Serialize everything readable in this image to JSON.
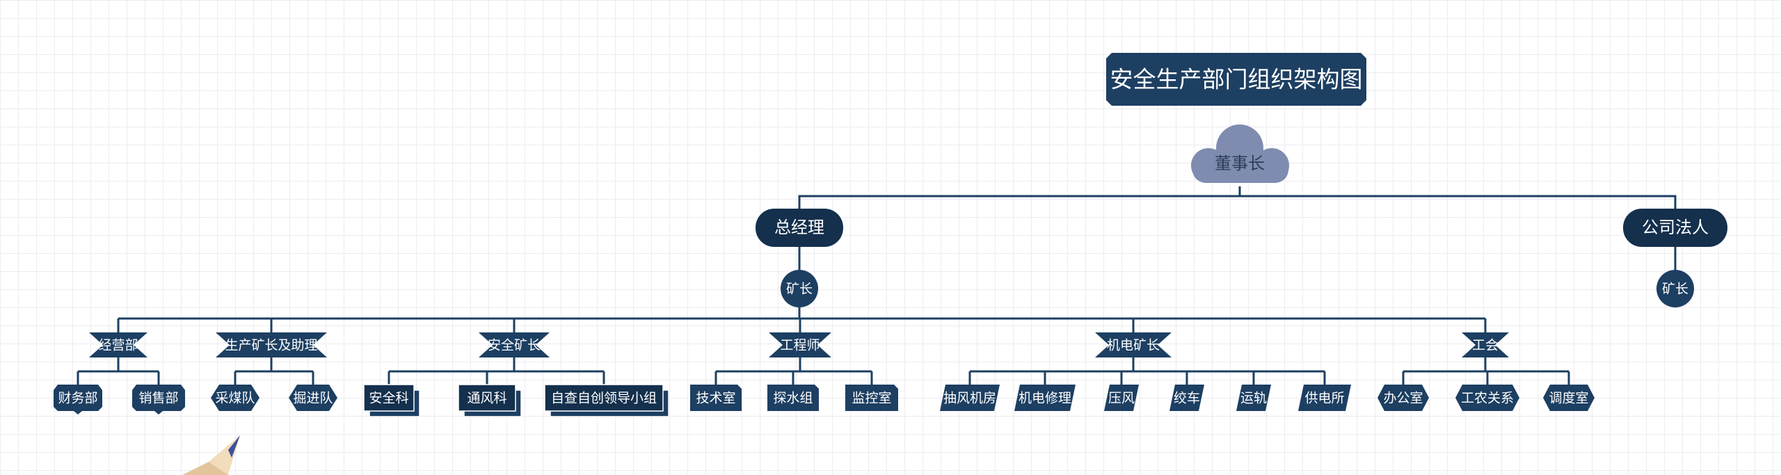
{
  "title": "安全生产部门组织架构图",
  "root": "董事长",
  "level1": [
    "总经理",
    "公司法人"
  ],
  "level2": [
    "矿长",
    "矿长"
  ],
  "departments": [
    {
      "name": "经营部",
      "children": [
        "财务部",
        "销售部"
      ]
    },
    {
      "name": "生产矿长及助理",
      "children": [
        "采煤队",
        "掘进队"
      ]
    },
    {
      "name": "安全矿长",
      "children": [
        "安全科",
        "通风科",
        "自查自创领导小组"
      ]
    },
    {
      "name": "工程师",
      "children": [
        "技术室",
        "探水组",
        "监控室"
      ]
    },
    {
      "name": "机电矿长",
      "children": [
        "抽风机房",
        "机电修理",
        "压风",
        "绞车",
        "运轨",
        "供电所"
      ]
    },
    {
      "name": "工会",
      "children": [
        "办公室",
        "工农关系",
        "调度室"
      ]
    }
  ],
  "colors": {
    "node": "#1d3f62",
    "node_dark": "#14304d",
    "cloud": "#7f8cb0",
    "cloud_text": "#2b3d57",
    "line": "#1d3f62",
    "grid": "#ececf1"
  },
  "decoration": "pencil-icon"
}
